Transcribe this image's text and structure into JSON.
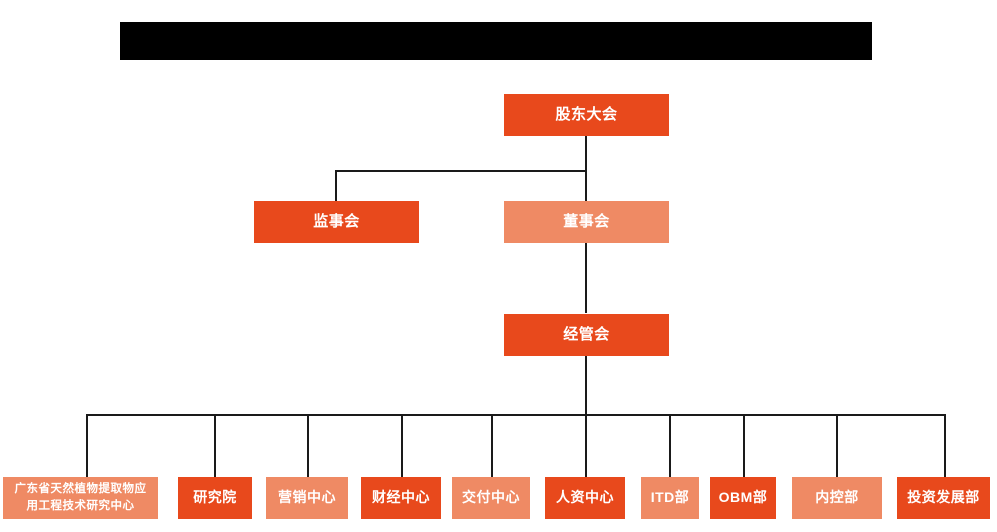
{
  "diagram": {
    "title_bar": {
      "name": "redacted-title-bar",
      "text": "",
      "color": "#000000"
    },
    "colors": {
      "dark_orange": "#E8491C",
      "light_orange": "#EF8A64",
      "connector": "#1a1a1a",
      "background": "#FFFFFF",
      "label_text": "#FFFFFF"
    },
    "nodes": {
      "shareholders_meeting": {
        "label": "股东大会",
        "shade": "dark"
      },
      "board_of_supervisors": {
        "label": "监事会",
        "shade": "dark"
      },
      "board_of_directors": {
        "label": "董事会",
        "shade": "light"
      },
      "management_committee": {
        "label": "经管会",
        "shade": "dark"
      }
    },
    "departments": [
      {
        "label": "广东省天然植物提取物应\n用工程技术研究中心",
        "line1": "广东省天然植物提取物应",
        "line2": "用工程技术研究中心",
        "shade": "light",
        "multiline": true
      },
      {
        "label": "研究院",
        "shade": "dark",
        "multiline": false
      },
      {
        "label": "营销中心",
        "shade": "light",
        "multiline": false
      },
      {
        "label": "财经中心",
        "shade": "dark",
        "multiline": false
      },
      {
        "label": "交付中心",
        "shade": "light",
        "multiline": false
      },
      {
        "label": "人资中心",
        "shade": "dark",
        "multiline": false
      },
      {
        "label": "ITD部",
        "shade": "light",
        "multiline": false
      },
      {
        "label": "OBM部",
        "shade": "dark",
        "multiline": false
      },
      {
        "label": "内控部",
        "shade": "light",
        "multiline": false
      },
      {
        "label": "投资发展部",
        "shade": "dark",
        "multiline": false
      }
    ]
  }
}
